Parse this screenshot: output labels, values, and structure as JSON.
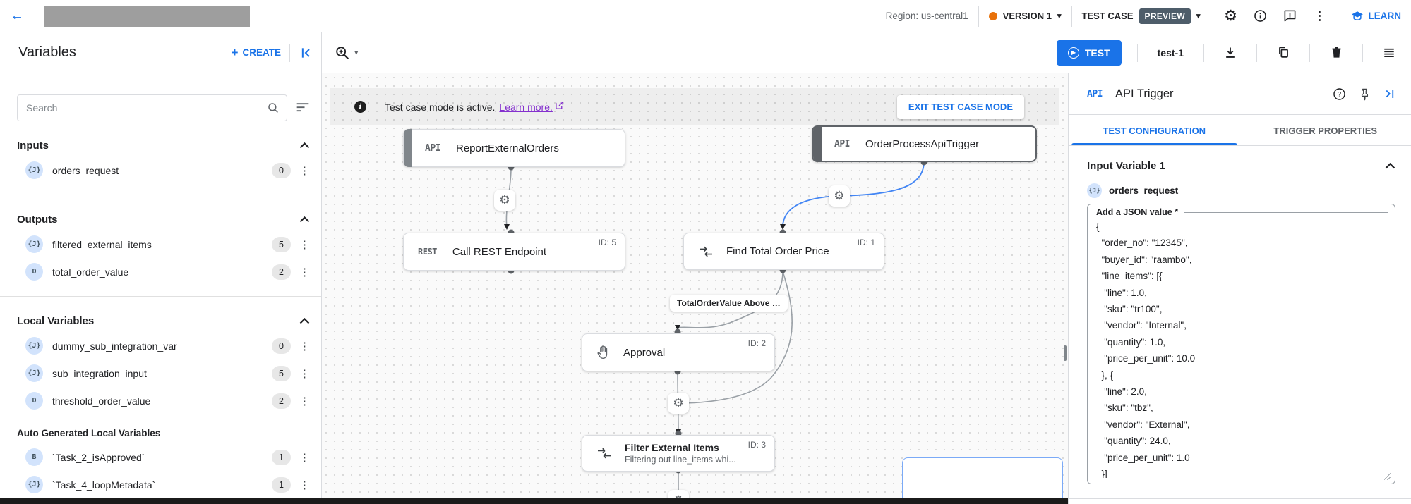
{
  "top_bar": {
    "region": "Region: us-central1",
    "version_label": "VERSION 1",
    "test_case_label": "TEST CASE",
    "preview_badge": "PREVIEW",
    "learn_label": "LEARN"
  },
  "toolbar": {
    "page_title": "Variables",
    "create_label": "CREATE",
    "test_label": "TEST",
    "test_name": "test-1"
  },
  "sidebar": {
    "search_placeholder": "Search",
    "sections": [
      {
        "label": "Inputs",
        "items": [
          {
            "type": "{J}",
            "name": "orders_request",
            "count": "0"
          }
        ]
      },
      {
        "label": "Outputs",
        "items": [
          {
            "type": "{J}",
            "name": "filtered_external_items",
            "count": "5"
          },
          {
            "type": "D",
            "name": "total_order_value",
            "count": "2"
          }
        ]
      },
      {
        "label": "Local Variables",
        "items": [
          {
            "type": "{J}",
            "name": "dummy_sub_integration_var",
            "count": "0"
          },
          {
            "type": "{J}",
            "name": "sub_integration_input",
            "count": "5"
          },
          {
            "type": "D",
            "name": "threshold_order_value",
            "count": "2"
          }
        ]
      },
      {
        "label": "Auto Generated Local Variables",
        "items": [
          {
            "type": "B",
            "name": "`Task_2_isApproved`",
            "count": "1"
          },
          {
            "type": "{J}",
            "name": "`Task_4_loopMetadata`",
            "count": "1"
          }
        ]
      }
    ]
  },
  "canvas": {
    "banner_text": "Test case mode is active.",
    "learn_more": "Learn more.",
    "exit_button": "EXIT TEST CASE MODE",
    "edge_label": "TotalOrderValue Above …",
    "nodes": [
      {
        "type": "API",
        "title": "ReportExternalOrders"
      },
      {
        "type": "API",
        "title": "OrderProcessApiTrigger"
      },
      {
        "type": "REST",
        "title": "Call REST Endpoint",
        "id": "ID: 5"
      },
      {
        "title": "Find Total Order Price",
        "id": "ID: 1"
      },
      {
        "title": "Approval",
        "id": "ID: 2"
      },
      {
        "title": "Filter External Items",
        "subtitle": "Filtering out line_items whi...",
        "id": "ID: 3"
      }
    ]
  },
  "panel": {
    "icon_label": "API",
    "title": "API Trigger",
    "tabs": [
      {
        "label": "TEST CONFIGURATION"
      },
      {
        "label": "TRIGGER PROPERTIES"
      }
    ],
    "section_title": "Input Variable 1",
    "variable": {
      "type": "{J}",
      "name": "orders_request"
    },
    "field_label": "Add a JSON value *",
    "json_value": "{\n  \"order_no\": \"12345\",\n  \"buyer_id\": \"raambo\",\n  \"line_items\": [{\n   \"line\": 1.0,\n   \"sku\": \"tr100\",\n   \"vendor\": \"Internal\",\n   \"quantity\": 1.0,\n   \"price_per_unit\": 10.0\n  }, {\n   \"line\": 2.0,\n   \"sku\": \"tbz\",\n   \"vendor\": \"External\",\n   \"quantity\": 24.0,\n   \"price_per_unit\": 1.0\n  }]\n}"
  },
  "colors": {
    "accent_blue": "#1a73e8",
    "version_dot": "#e8710a",
    "preview_badge_bg": "#4e5d6a",
    "link_purple": "#8430ce"
  }
}
